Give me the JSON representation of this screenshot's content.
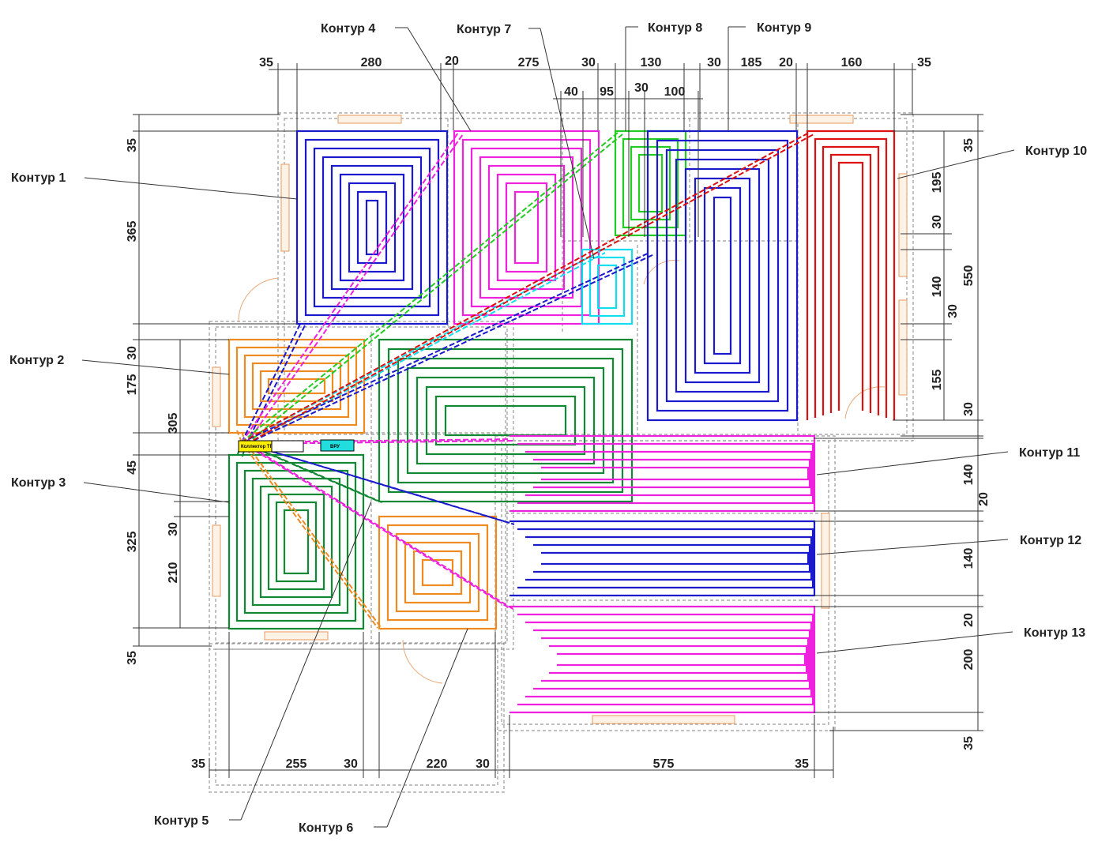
{
  "colors": {
    "blue": "#1a1acc",
    "magenta": "#ee22dd",
    "green_light": "#22cc22",
    "cyan": "#11ddee",
    "red": "#dd1111",
    "orange": "#ee8a22",
    "green_dark": "#118833",
    "manifold_fill": "#ffee00",
    "panel_fill": "#22dddd"
  },
  "circuits": [
    {
      "label": "Контур 1",
      "color": "blue",
      "pattern": "spiral"
    },
    {
      "label": "Контур 2",
      "color": "orange",
      "pattern": "spiral"
    },
    {
      "label": "Контур 3",
      "color": "green_dark",
      "pattern": "spiral"
    },
    {
      "label": "Контур 4",
      "color": "magenta",
      "pattern": "spiral"
    },
    {
      "label": "Контур 5",
      "color": "green_dark",
      "pattern": "spiral"
    },
    {
      "label": "Контур 6",
      "color": "orange",
      "pattern": "spiral"
    },
    {
      "label": "Контур 7",
      "color": "cyan",
      "pattern": "spiral"
    },
    {
      "label": "Контур 8",
      "color": "green_light",
      "pattern": "spiral"
    },
    {
      "label": "Контур 9",
      "color": "blue",
      "pattern": "spiral"
    },
    {
      "label": "Контур 10",
      "color": "red",
      "pattern": "serpentine"
    },
    {
      "label": "Контур 11",
      "color": "magenta",
      "pattern": "serpentine"
    },
    {
      "label": "Контур 12",
      "color": "blue",
      "pattern": "serpentine"
    },
    {
      "label": "Контур 13",
      "color": "magenta",
      "pattern": "serpentine"
    }
  ],
  "equipment": {
    "manifold_label": "Коллектор ТП",
    "panel_label": "ВРУ"
  },
  "dimensions": {
    "top_row": [
      "35",
      "280",
      "20",
      "275",
      "30",
      "130",
      "30",
      "185",
      "20",
      "160",
      "35"
    ],
    "top_row2": [
      "40",
      "95",
      "30",
      "100"
    ],
    "left_col": [
      "35",
      "365",
      "30",
      "175",
      "45",
      "325",
      "35"
    ],
    "left_col2": [
      "305",
      "30",
      "210"
    ],
    "right_col": [
      "35",
      "195",
      "30",
      "140",
      "30",
      "155",
      "30",
      "140",
      "20",
      "140",
      "20",
      "200",
      "35"
    ],
    "right_total": "550",
    "bottom_row": [
      "35",
      "255",
      "30",
      "220",
      "30",
      "575",
      "35"
    ]
  }
}
